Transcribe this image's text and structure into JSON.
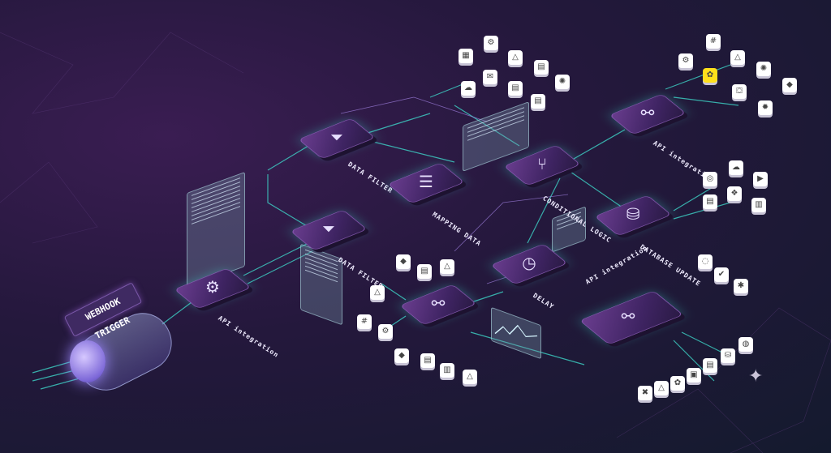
{
  "nodes": {
    "webhook_trigger": "WEBHOOK TRIGGER",
    "api_integration_left": "API integration",
    "data_filter_top": "DATA FILTER",
    "data_filter_mid": "DATA FILTER",
    "mapping_data": "MAPPING DATA",
    "conditional_logic": "CONDITIONAL LOGIC",
    "api_integration_top_right": "API integration",
    "database_update": "DATABASE UPDATE",
    "delay": "DELAY",
    "api_integration_bottom_right": "API integration"
  },
  "icons": {
    "gear": "gear-icon",
    "funnel": "funnel-icon",
    "list": "list-icon",
    "branch": "branch-icon",
    "webhook": "webhook-icon",
    "database": "database-icon",
    "clock": "clock-icon",
    "sparkle": "sparkle-icon"
  },
  "app_icons_top": [
    "calendar-icon",
    "settings-icon",
    "google-drive-icon",
    "google-sheets-icon",
    "gmail-icon",
    "google-sheets-icon",
    "cloud-icon",
    "openai-icon",
    "google-sheets-icon"
  ],
  "app_icons_top_right": [
    "slack-icon",
    "gear-icon",
    "google-drive-icon",
    "mailchimp-icon",
    "openai-icon",
    "shopify-icon",
    "airtable-icon",
    "hubspot-icon"
  ],
  "app_icons_db": [
    "chrome-icon",
    "cloud-icon",
    "zoom-icon",
    "dropbox-icon",
    "google-docs-icon",
    "google-analytics-icon"
  ],
  "app_icons_bottom_right": [
    "chat-icon",
    "check-icon",
    "zapier-icon"
  ],
  "app_icons_mid": [
    "google-workspace-icon",
    "google-sheets-icon",
    "google-drive-icon",
    "slack-icon",
    "google-drive-icon",
    "gmail-icon",
    "google-sheets-icon",
    "google-workspace-icon",
    "google-sheets-icon",
    "google-analytics-icon",
    "google-drive-icon"
  ],
  "colors": {
    "accent_cyan": "#3fe0d0",
    "tile_purple": "#6a3d8f",
    "background_dark": "#141a2e"
  }
}
